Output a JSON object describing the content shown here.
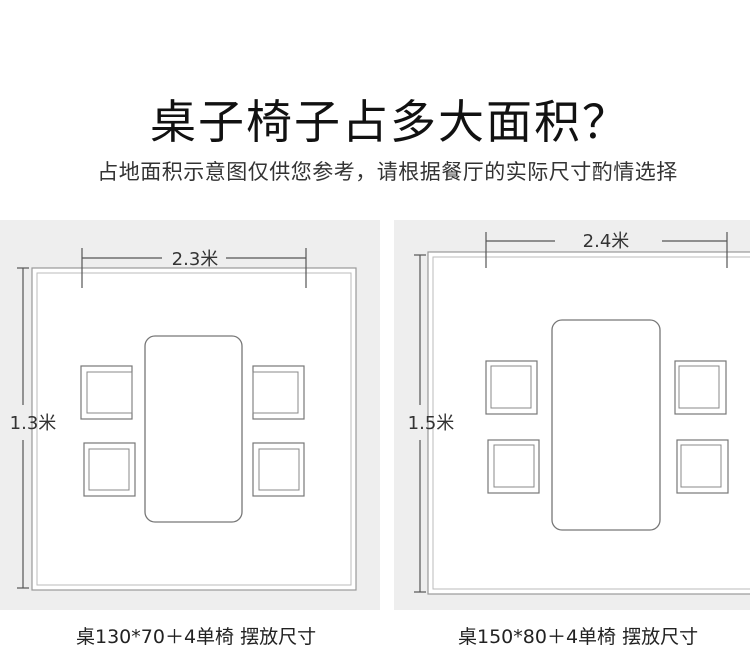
{
  "header": {
    "title": "桌子椅子占多大面积？",
    "subtitle": "占地面积示意图仅供您参考，请根据餐厅的实际尺寸酌情选择"
  },
  "layouts": [
    {
      "width_label": "2.3米",
      "height_label": "1.3米",
      "caption": "桌130*70＋4单椅 摆放尺寸"
    },
    {
      "width_label": "2.4米",
      "height_label": "1.5米",
      "caption": "桌150*80＋4单椅 摆放尺寸"
    }
  ],
  "colors": {
    "panel_bg": "#eeeeee",
    "room_bg": "#ffffff",
    "line": "#888888"
  }
}
